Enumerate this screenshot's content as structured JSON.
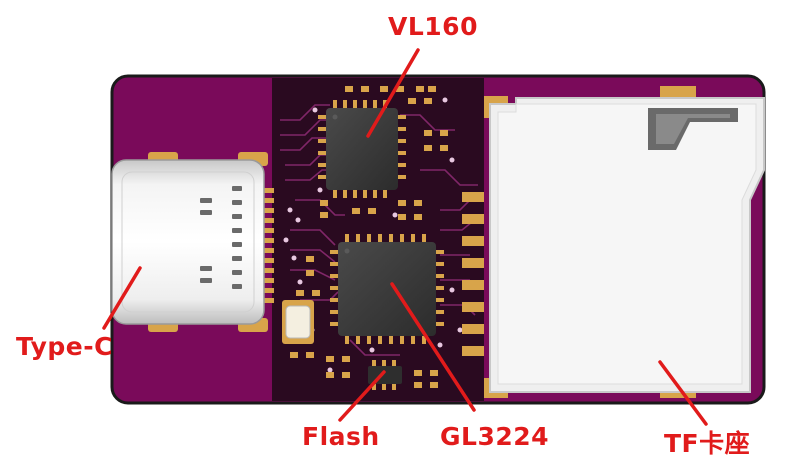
{
  "labels": {
    "vl160": "VL160",
    "type_c": "Type-C",
    "flash": "Flash",
    "gl3224": "GL3224",
    "tf_slot": "TF卡座"
  },
  "colors": {
    "board": "#7a0a5a",
    "board_dark": "#2a0a20",
    "copper": "#d8a44a",
    "label_red": "#e11b1b",
    "chip": "#3a3a3a",
    "metal": "#e8e8e8"
  }
}
